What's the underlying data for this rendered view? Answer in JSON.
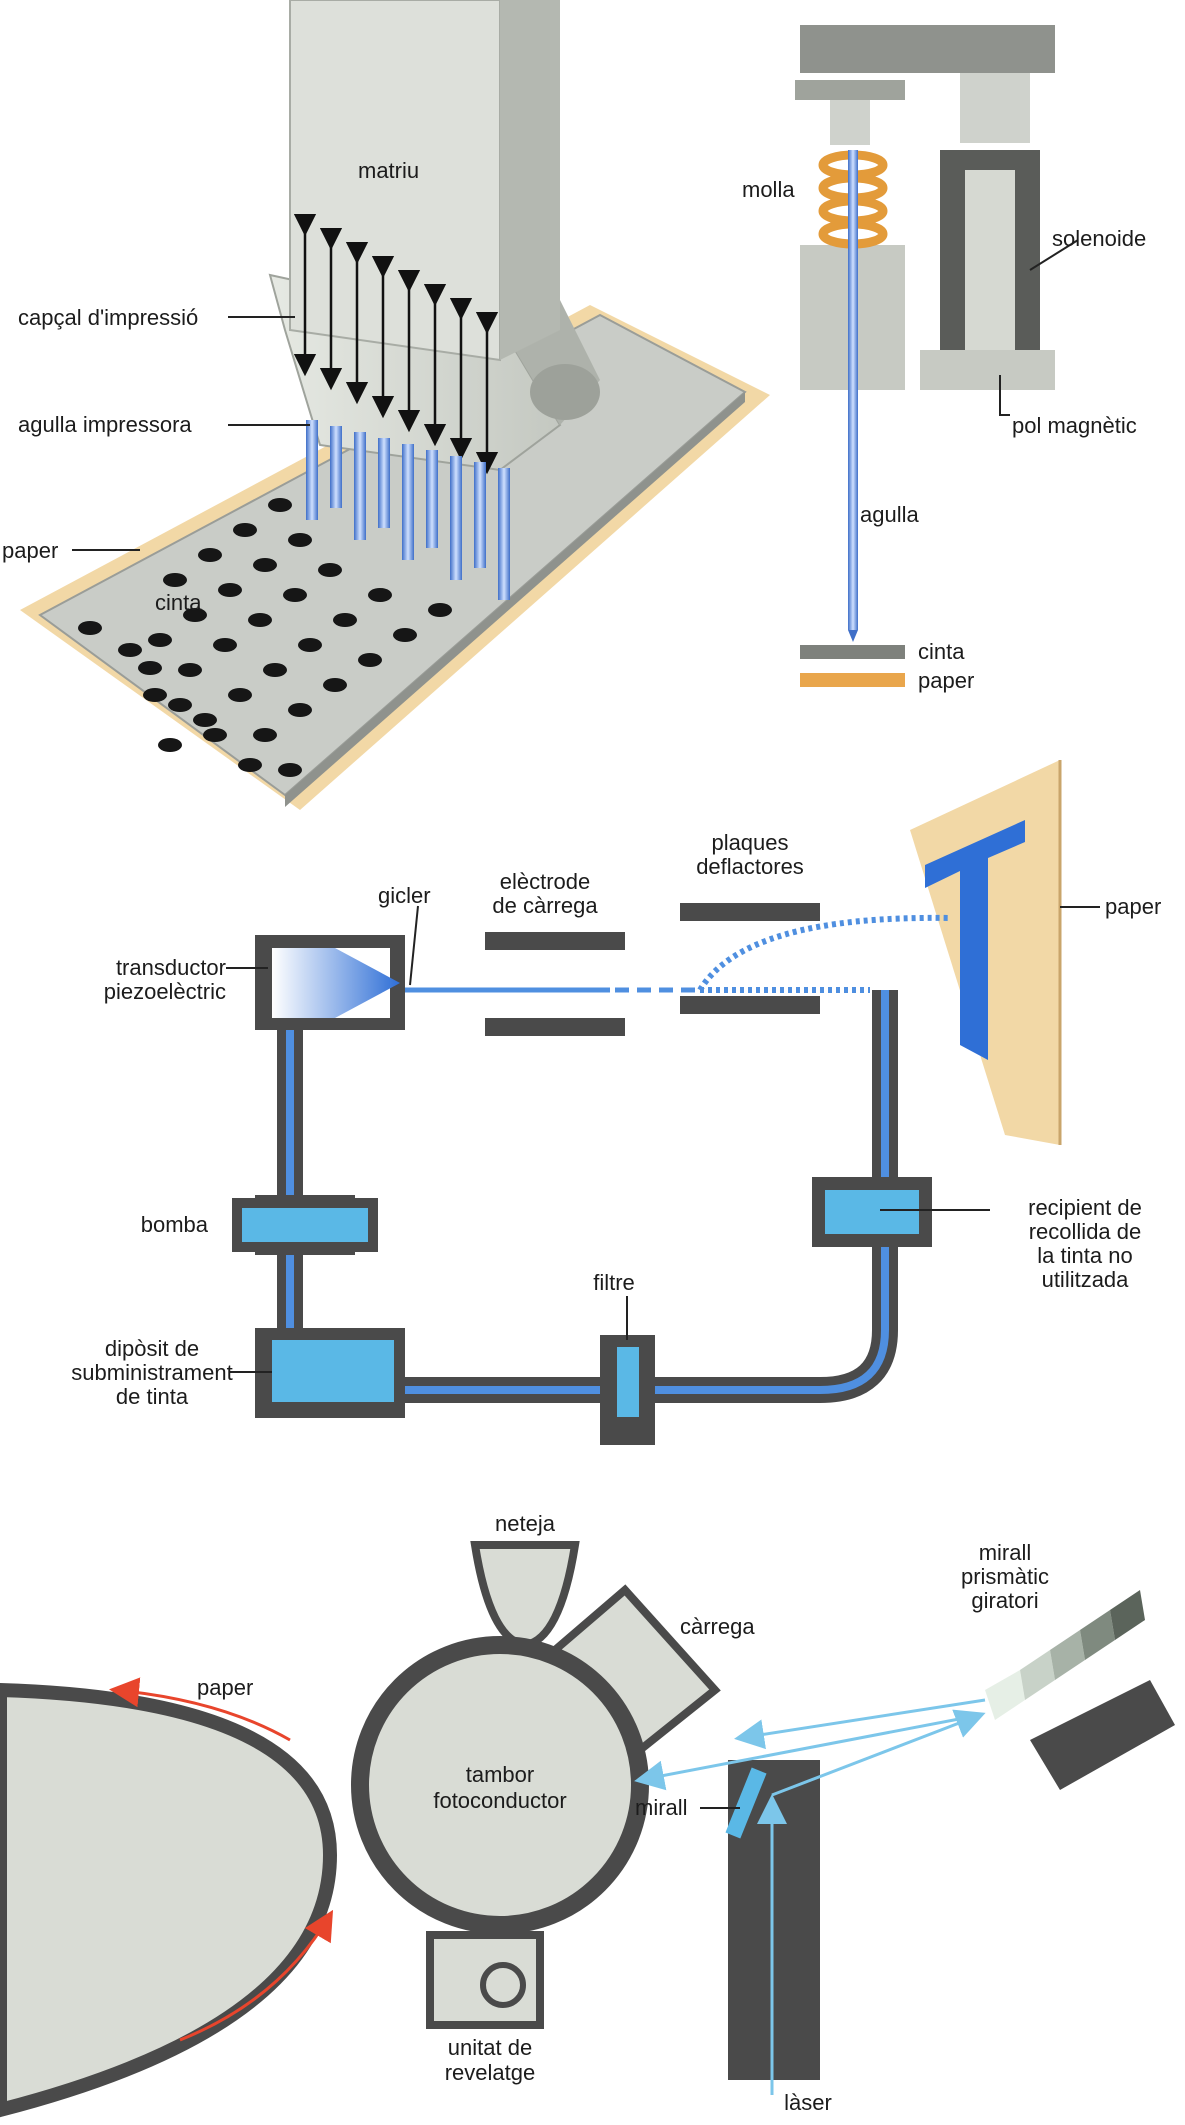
{
  "panel_dot_matrix": {
    "matrix": "matriu",
    "print_head": "capçal d'impressió",
    "print_needle": "agulla impressora",
    "paper": "paper",
    "ribbon": "cinta"
  },
  "panel_needle": {
    "spring": "molla",
    "solenoid": "solenoide",
    "magnetic_pole": "pol magnètic",
    "needle": "agulla",
    "ribbon": "cinta",
    "paper": "paper"
  },
  "panel_inkjet": {
    "nozzle": "gicler",
    "charge_electrode_line1": "elèctrode",
    "charge_electrode_line2": "de càrrega",
    "deflector_line1": "plaques",
    "deflector_line2": "deflactores",
    "paper": "paper",
    "transducer_line1": "transductor",
    "transducer_line2": "piezoelèctric",
    "pump": "bomba",
    "recovery_line1": "recipient de",
    "recovery_line2": "recollida de",
    "recovery_line3": "la tinta no",
    "recovery_line4": "utilitzada",
    "filter": "filtre",
    "supply_line1": "dipòsit de",
    "supply_line2": "subministrament",
    "supply_line3": "de tinta",
    "printed_letter": "T"
  },
  "panel_laser": {
    "cleaning": "neteja",
    "charge": "càrrega",
    "prism_line1": "mirall",
    "prism_line2": "prismàtic",
    "prism_line3": "giratori",
    "paper": "paper",
    "drum_line1": "tambor",
    "drum_line2": "fotoconductor",
    "mirror": "mirall",
    "developer_line1": "unitat de",
    "developer_line2": "revelatge",
    "laser": "làser"
  },
  "colors": {
    "light_gray": "#d9dcd5",
    "dark_gray": "#4a4a4a",
    "ink_blue": "#4f8fe0",
    "cyan": "#5ab8e6",
    "paper_tan": "#f2d8a6",
    "arrow_red": "#e8452c",
    "laser_beam": "#7cc6ea"
  }
}
